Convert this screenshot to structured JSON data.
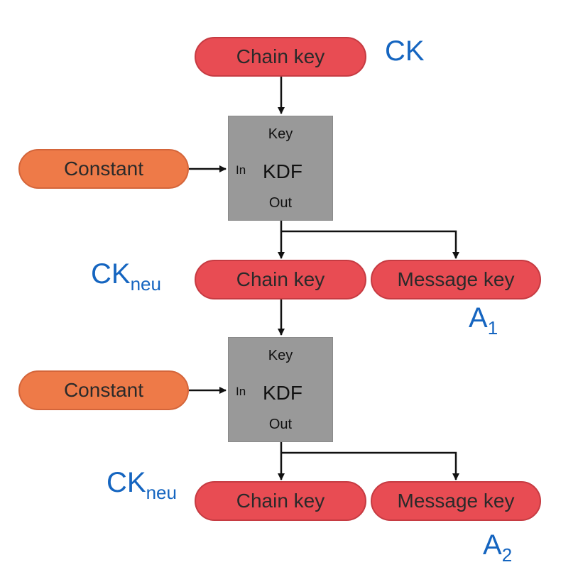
{
  "nodes": {
    "chain_key_top": "Chain key",
    "constant_1": "Constant",
    "kdf_1": {
      "key": "Key",
      "in": "In",
      "name": "KDF",
      "out": "Out"
    },
    "chain_key_mid": "Chain key",
    "message_key_1": "Message key",
    "constant_2": "Constant",
    "kdf_2": {
      "key": "Key",
      "in": "In",
      "name": "KDF",
      "out": "Out"
    },
    "chain_key_bottom": "Chain key",
    "message_key_2": "Message key"
  },
  "labels": {
    "ck": "CK",
    "ck_neu_1": {
      "base": "CK",
      "sub": "neu"
    },
    "ck_neu_2": {
      "base": "CK",
      "sub": "neu"
    },
    "a1": {
      "base": "A",
      "sub": "1"
    },
    "a2": {
      "base": "A",
      "sub": "2"
    }
  },
  "colors": {
    "chain_key": "#e84c53",
    "constant": "#ee7a48",
    "kdf_box": "#999999",
    "annotation": "#1565c0"
  }
}
